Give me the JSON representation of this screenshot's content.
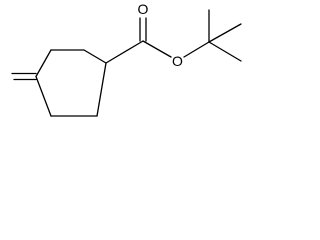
{
  "molecule": {
    "atoms": [
      {
        "id": "carbonyl_O",
        "label": "O"
      },
      {
        "id": "ester_O",
        "label": "O"
      }
    ],
    "colors": {
      "bond": "#000000",
      "label": "#000000",
      "background": "#ffffff"
    }
  }
}
